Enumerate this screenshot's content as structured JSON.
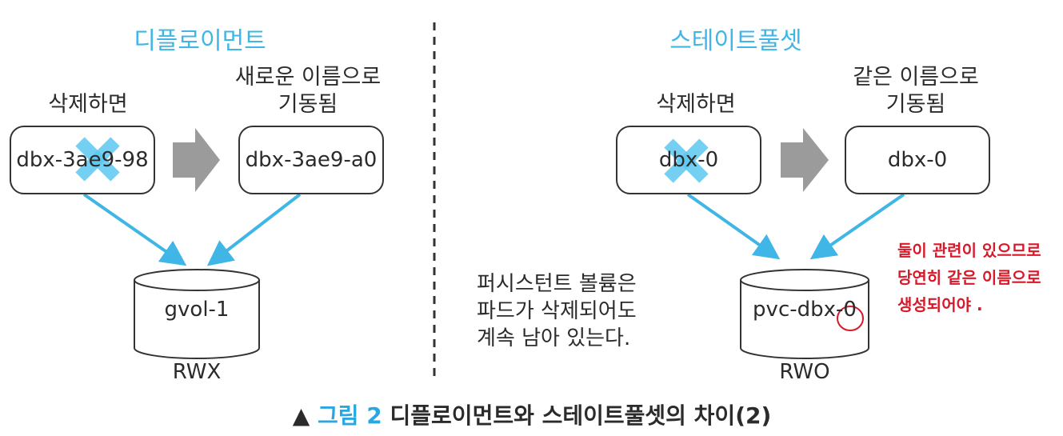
{
  "left": {
    "title": "디플로이먼트",
    "delete_label": "삭제하면",
    "new_label_line1": "새로운 이름으로",
    "new_label_line2": "기동됨",
    "old_pod": "dbx-3ae9-98",
    "new_pod": "dbx-3ae9-a0",
    "volume": "gvol-1",
    "access_mode": "RWX"
  },
  "right": {
    "title": "스테이트풀셋",
    "delete_label": "삭제하면",
    "new_label_line1": "같은 이름으로",
    "new_label_line2": "기동됨",
    "old_pod": "dbx-0",
    "new_pod": "dbx-0",
    "volume": "pvc-dbx-0",
    "access_mode": "RWO"
  },
  "note": {
    "line1": "퍼시스턴트 볼륨은",
    "line2": "파드가 삭제되어도",
    "line3": "계속 남아 있는다."
  },
  "handwritten": {
    "line1": "둘이 관련이 있으므로",
    "line2": "당연히 같은 이름으로",
    "line3": "생성되어야 ."
  },
  "caption": {
    "marker": "▲",
    "figure": "그림 2",
    "text": "디플로이먼트와 스테이트풀셋의 차이(2)"
  },
  "colors": {
    "title": "#3fb6e6",
    "arrow_blue": "#3fb6e6",
    "cross": "#5cc8f0",
    "gray_arrow": "#9b9b9b",
    "handwriting": "#d7192a"
  }
}
